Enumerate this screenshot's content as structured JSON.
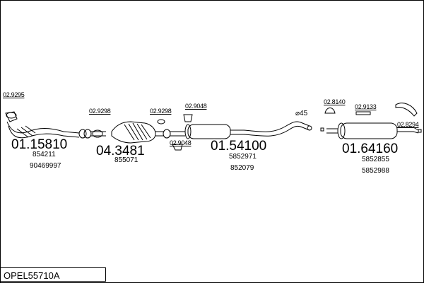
{
  "diagram": {
    "code": "OPEL55710A",
    "dia_label": "⌀45",
    "groups": [
      {
        "id": "front",
        "main": "01.15810",
        "refs": [
          "854211",
          "90469997"
        ]
      },
      {
        "id": "cat",
        "main": "04.3481",
        "refs": [
          "855071"
        ]
      },
      {
        "id": "middle",
        "main": "01.54100",
        "refs": [
          "5852971",
          "852079"
        ]
      },
      {
        "id": "rear",
        "main": "01.64160",
        "refs": [
          "5852855",
          "5852988"
        ]
      }
    ],
    "parts": {
      "p1": "02.9295",
      "p2": "02.9298",
      "p3": "02.9298",
      "p4": "02.9048",
      "p5": "02.9048",
      "p6": "02.8140",
      "p7": "02.9133",
      "p8": "02.8294"
    }
  }
}
